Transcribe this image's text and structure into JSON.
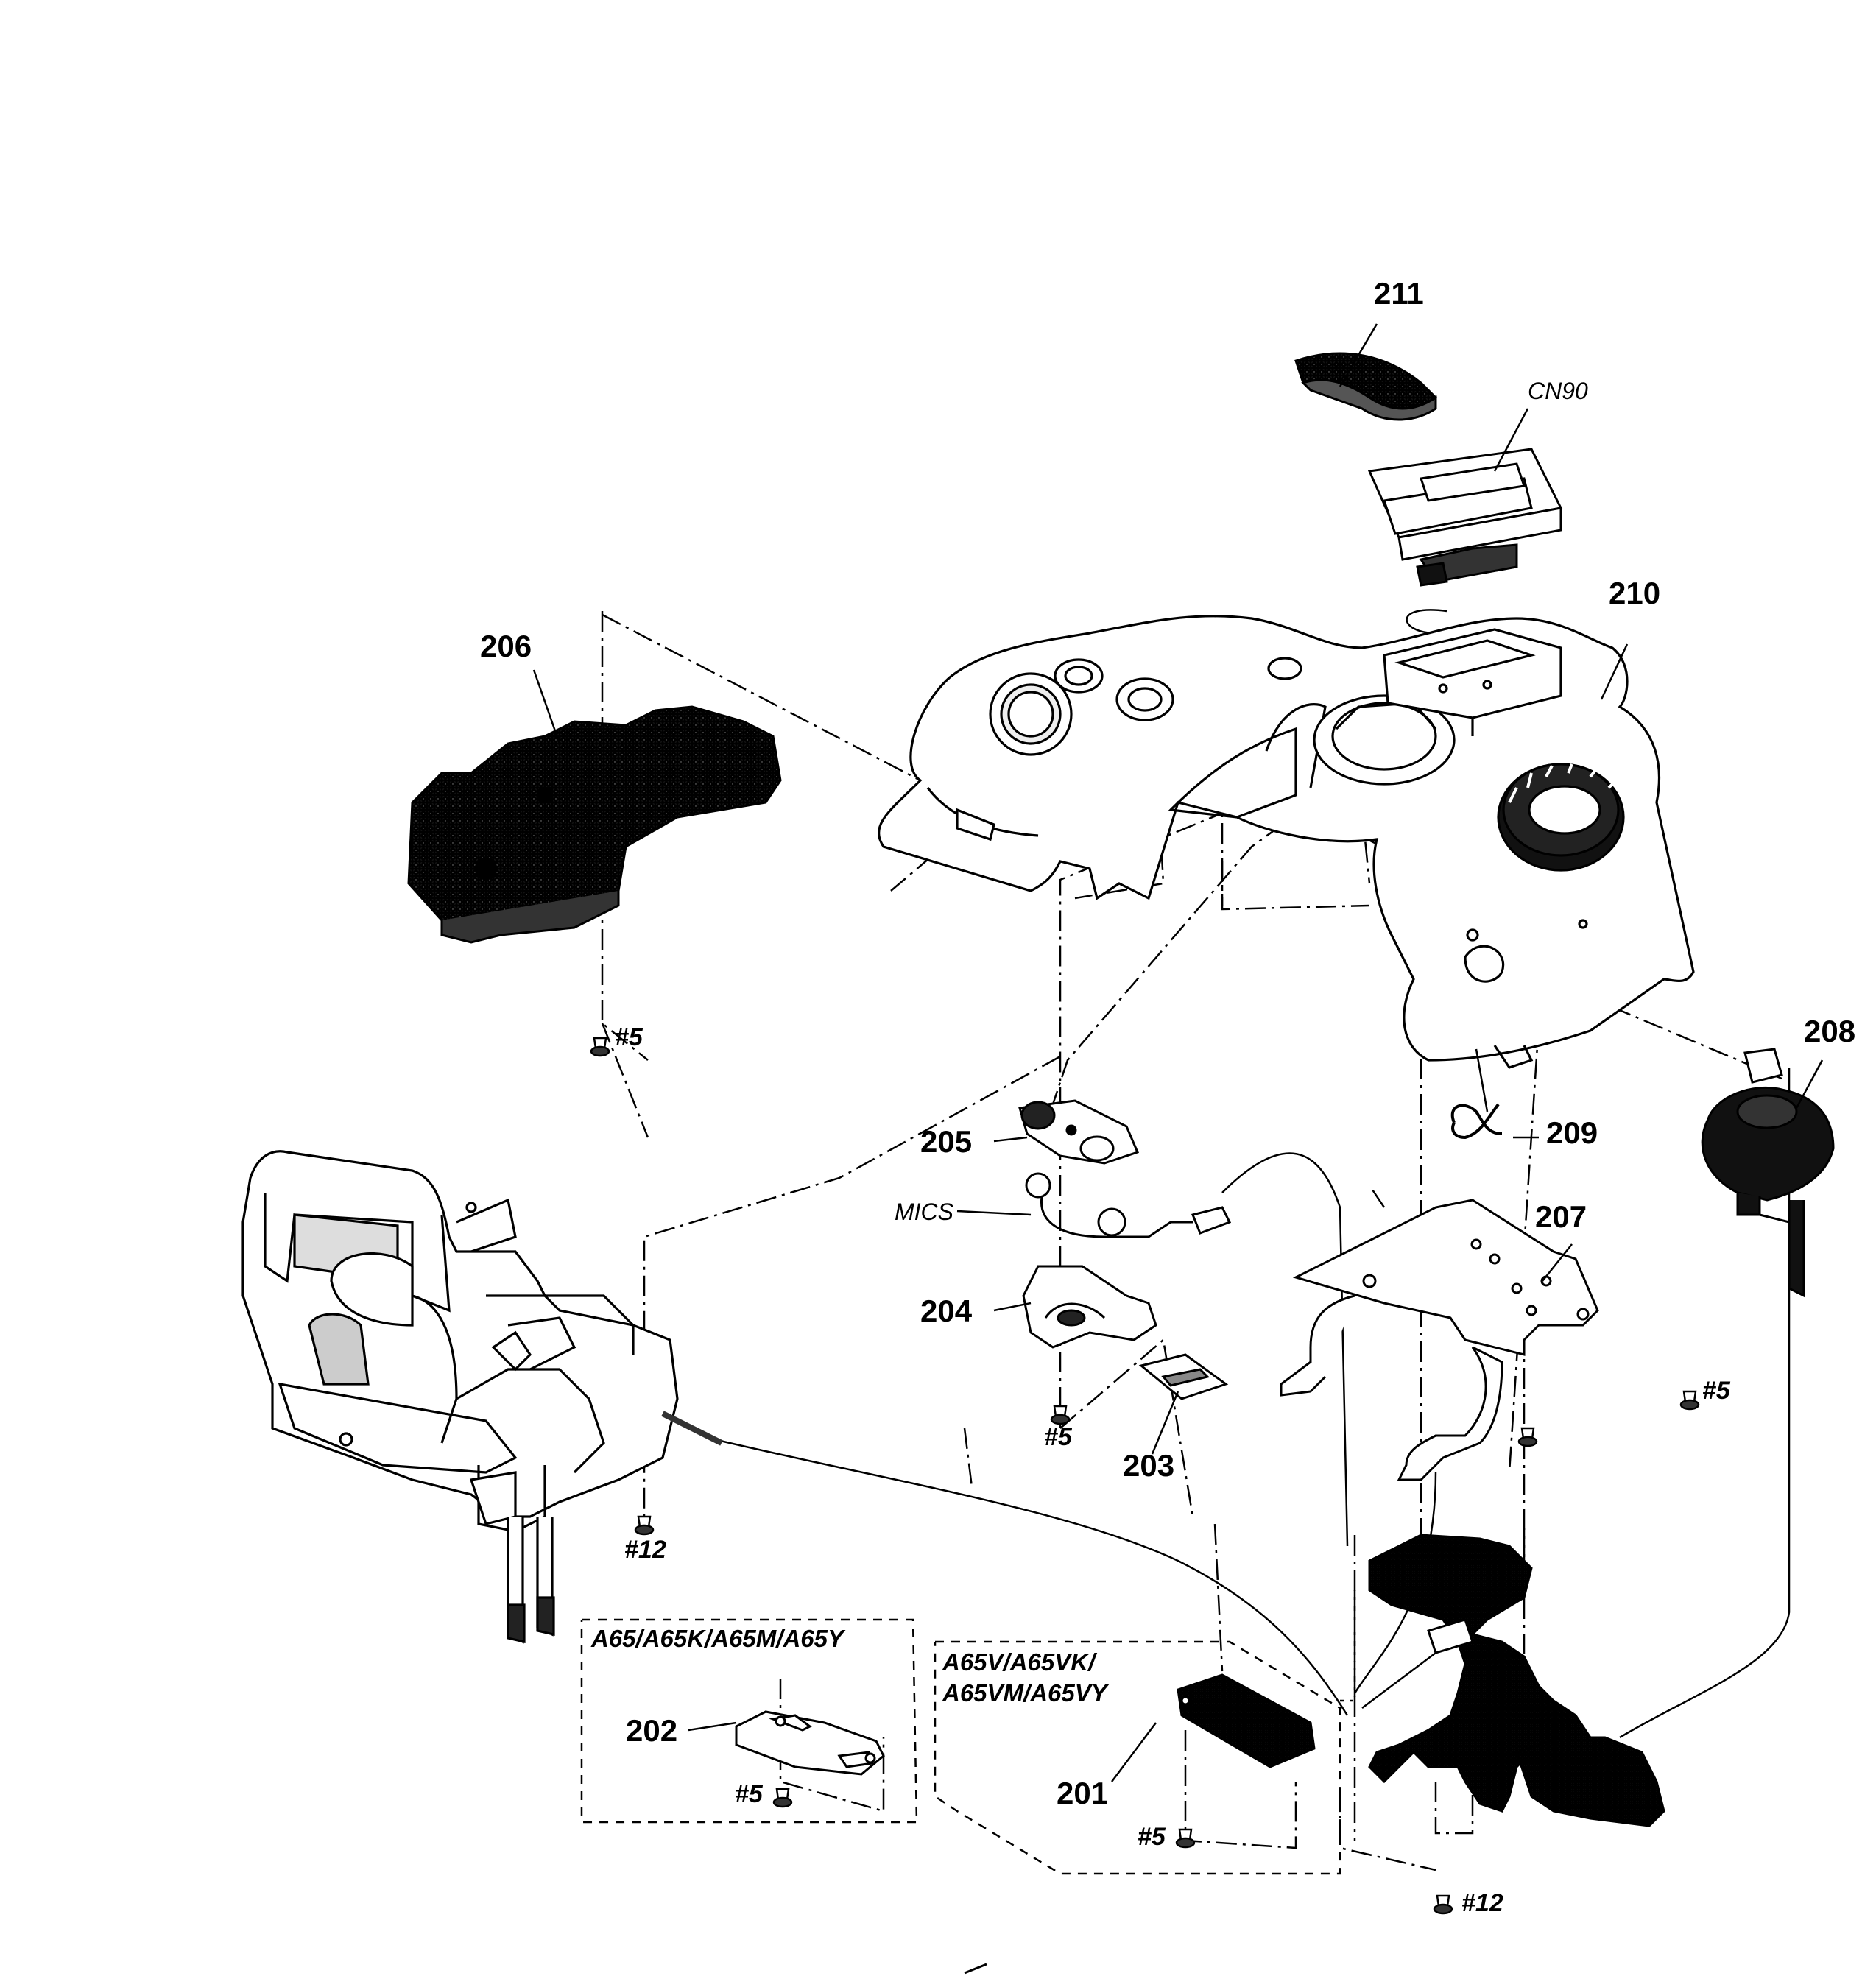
{
  "parts": {
    "p201": "201",
    "p202": "202",
    "p203": "203",
    "p204": "204",
    "p205": "205",
    "p206": "206",
    "p207": "207",
    "p208": "208",
    "p209": "209",
    "p210": "210",
    "p211": "211"
  },
  "screws": {
    "s5_top": "#5",
    "s5_mid": "#5",
    "s5_right": "#5",
    "s5_box202": "#5",
    "s5_box201": "#5",
    "s12_left": "#12",
    "s12_bottom": "#12"
  },
  "connectors": {
    "cn90": "CN90",
    "mic": "MICS"
  },
  "variants": {
    "group_a": "A65/A65K/A65M/A65Y",
    "group_b_line1": "A65V/A65VK/",
    "group_b_line2": "A65VM/A65VY"
  },
  "colors": {
    "ink": "#000000",
    "paper": "#ffffff",
    "dark_part": "#1a1a1a",
    "pcb_fill": "#2a2a2a"
  }
}
